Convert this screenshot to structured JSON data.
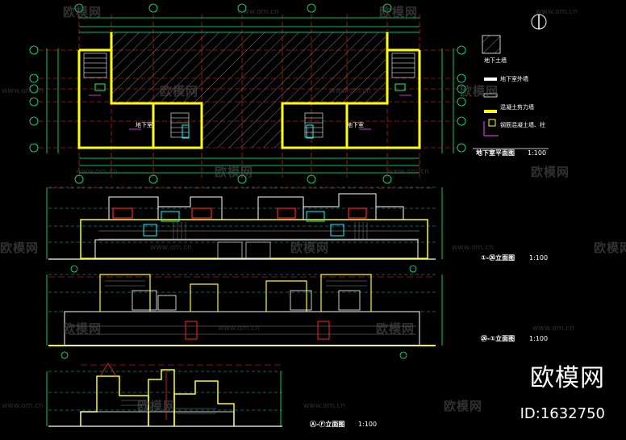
{
  "drawing": {
    "plan_title": "地下室平面图",
    "plan_scale": "1:100",
    "elev1_title": "①-㉖立面图",
    "elev1_scale": "1:100",
    "elev2_title": "㉖-①立面图",
    "elev2_scale": "1:100",
    "elev3_title": "Ⓐ-Ⓕ立面图",
    "elev3_scale": "1:100",
    "legend_item1": "地下土墙",
    "legend_item2": "地下室外墙",
    "legend_item3": "混凝土剪力墙",
    "legend_item4": "钢筋混凝土墙、柱",
    "room_label": "地下室"
  },
  "watermark": {
    "brand": "欧模网",
    "url": "www.om.cn",
    "id_label": "ID:1632750"
  },
  "colors": {
    "background": "#000000",
    "wall": "#ffff00",
    "axis": "#ff2020",
    "dim": "#00ff80",
    "label": "#00ffff",
    "magenta": "#ff40ff",
    "white": "#ffffff"
  }
}
